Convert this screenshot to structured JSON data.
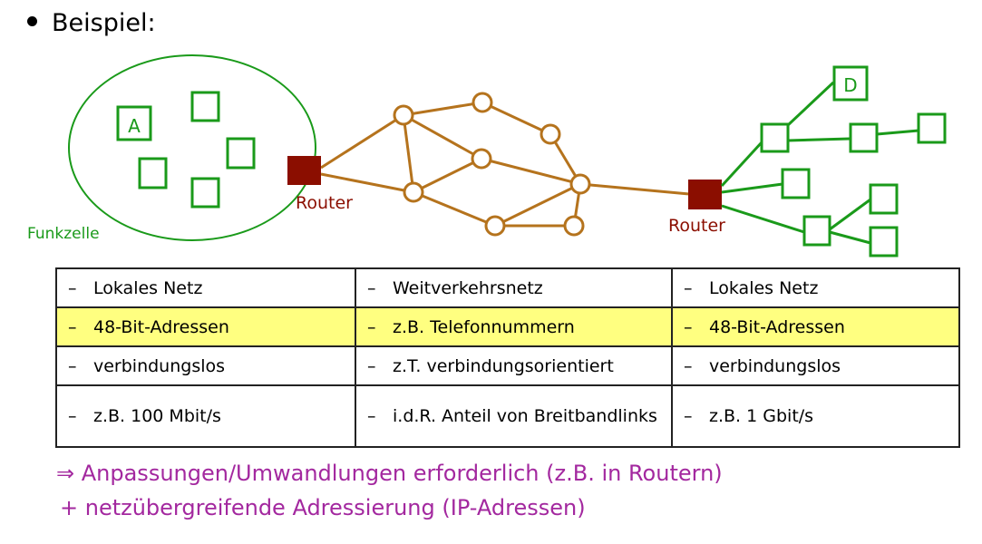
{
  "heading": "Beispiel:",
  "diagram": {
    "cell_label": "Funkzelle",
    "router_label": "Router",
    "host_a": "A",
    "host_d": "D",
    "colors": {
      "lan": "#1a9a1a",
      "wan": "#b5731d",
      "router": "#8b0e00"
    }
  },
  "table": {
    "rows": [
      {
        "highlight": false,
        "cells": [
          "Lokales Netz",
          "Weitverkehrsnetz",
          "Lokales Netz"
        ]
      },
      {
        "highlight": true,
        "cells": [
          "48-Bit-Adressen",
          "z.B. Telefonnummern",
          "48-Bit-Adressen"
        ]
      },
      {
        "highlight": false,
        "cells": [
          "verbindungslos",
          "z.T. verbindungsorientiert",
          "verbindungslos"
        ]
      },
      {
        "highlight": false,
        "cells": [
          "z.B. 100 Mbit/s",
          "i.d.R. Anteil von Breitbandlinks",
          "z.B. 1 Gbit/s"
        ]
      }
    ],
    "dash": "–"
  },
  "conclusion": {
    "line1": "⇒ Anpassungen/Umwandlungen erforderlich (z.B. in Routern)",
    "line2": "+ netzübergreifende Adressierung (IP-Adressen)"
  }
}
